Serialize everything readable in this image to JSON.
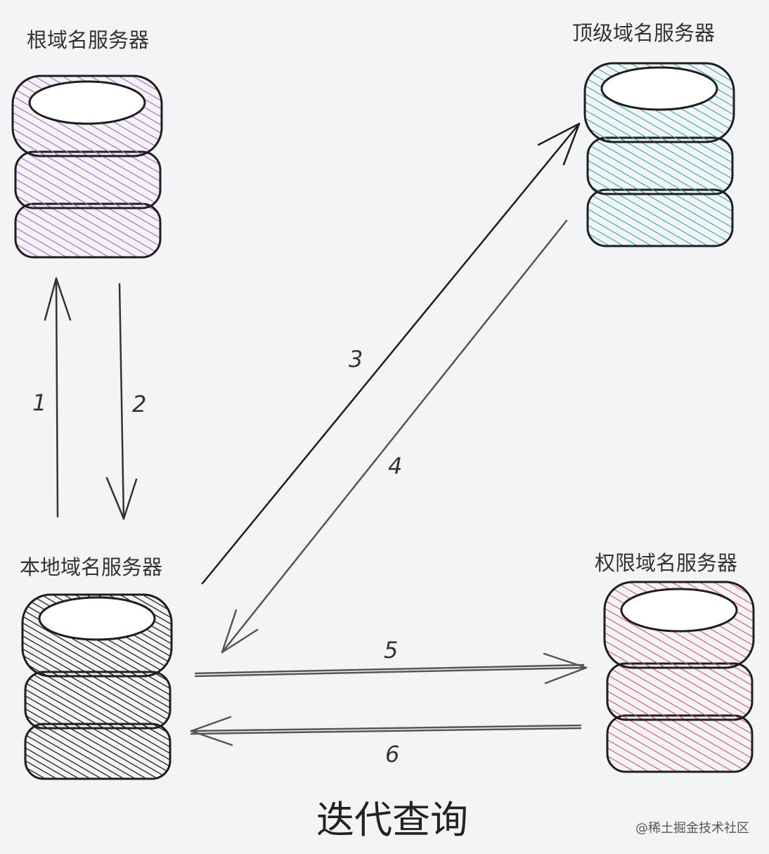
{
  "servers": {
    "root": {
      "label": "根域名服务器",
      "color": "#b15ad6"
    },
    "tld": {
      "label": "顶级域名服务器",
      "color": "#2ba7b5"
    },
    "local": {
      "label": "本地域名服务器",
      "color": "#1e1e1e"
    },
    "authoritative": {
      "label": "权限域名服务器",
      "color": "#e0505a"
    }
  },
  "steps": [
    "1",
    "2",
    "3",
    "4",
    "5",
    "6"
  ],
  "title": "迭代查询",
  "watermark": "@稀土掘金技术社区"
}
